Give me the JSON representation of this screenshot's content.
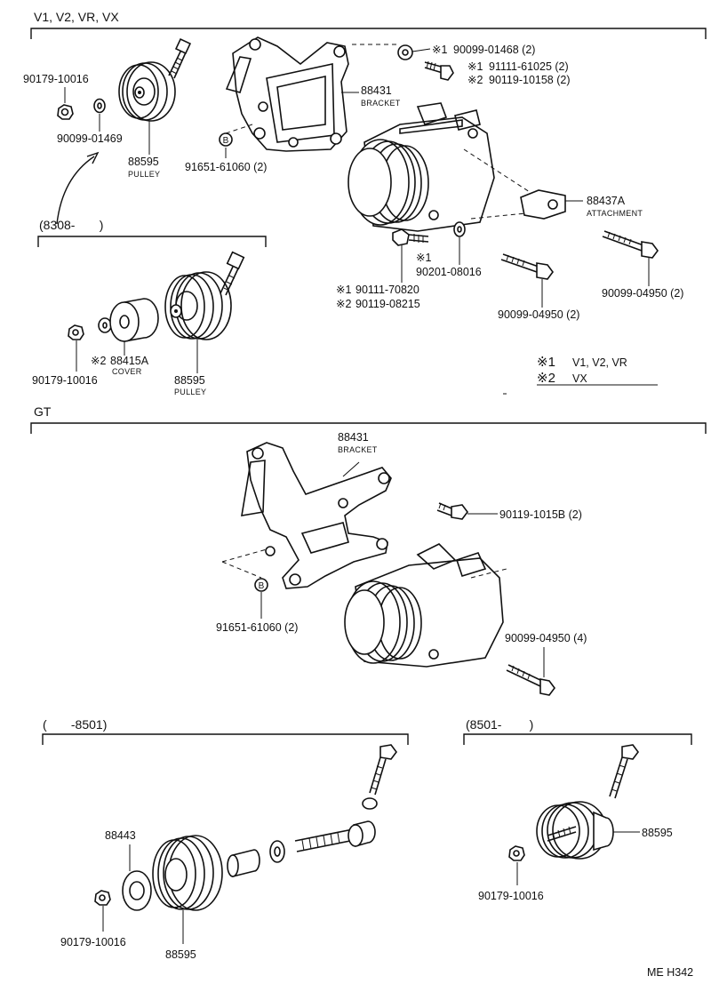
{
  "sections": {
    "v_models": "V1, V2, VR, VX",
    "early_pulley": "(8308-       )",
    "gt": "GT",
    "gt_early": "(       -8501)",
    "gt_late": "(8501-        )"
  },
  "labels": {
    "nut_90179_a": "90179-10016",
    "washer_90099_01469": "90099-01469",
    "pulley_a_num": "88595",
    "pulley_a_name": "PULLEY",
    "bracket_a_num": "88431",
    "bracket_a_name": "BRACKET",
    "b_marker": "B",
    "bolt_91651_a": "91651-61060 (2)",
    "washer_90099_01468": "90099-01468 (2)",
    "bolt_91111": "91111-61025 (2)",
    "bolt_90119_10158": "90119-10158 (2)",
    "attach_num": "88437A",
    "attach_name": "ATTACHMENT",
    "stud_mark": "※1",
    "washer_90201": "90201-08016",
    "bolt_90111": "90111-70820",
    "bolt_90119_08215": "90119-08215",
    "bolt_90099_04950_a": "90099-04950 (2)",
    "bolt_90099_04950_b": "90099-04950 (2)",
    "mark1": "※1",
    "mark2": "※2",
    "legend_1_key": "※1",
    "legend_1_val": "V1, V2, VR",
    "legend_2_key": "※2",
    "legend_2_val": "VX",
    "nut_90179_b": "90179-10016",
    "cover_num": "88415A",
    "cover_name": "COVER",
    "pulley_b_num": "88595",
    "pulley_b_name": "PULLEY",
    "bracket_b_num": "88431",
    "bracket_b_name": "BRACKET",
    "bolt_90119_10158_gt": "90119-1015B (2)",
    "bolt_91651_b": "91651-61060 (2)",
    "bolt_90099_04950_gt": "90099-04950 (4)",
    "part_88443": "88443",
    "nut_90179_c": "90179-10016",
    "pulley_c_num": "88595",
    "pulley_d_num": "88595",
    "nut_90179_d": "90179-10016",
    "footer_code": "ME H342"
  }
}
